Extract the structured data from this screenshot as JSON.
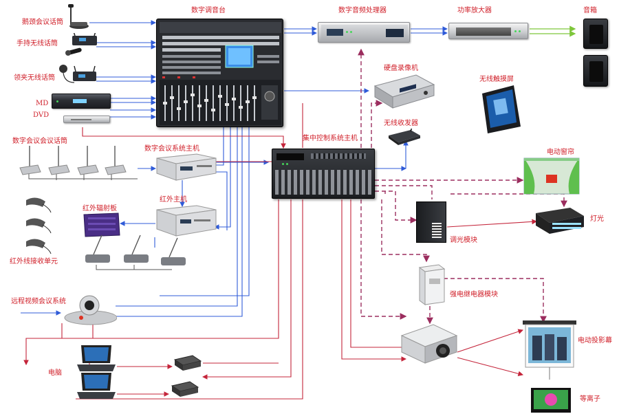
{
  "labels": {
    "mixer": "数字调音台",
    "audio_processor": "数字音频处理器",
    "power_amp": "功率放大器",
    "speaker": "音箱",
    "wired_mic": "鹅颈会议话筒",
    "handheld_mic": "手持无线话筒",
    "lapel_mic": "领夹无线话筒",
    "md": "MD",
    "dvd": "DVD",
    "hdd_recorder": "硬盘录像机",
    "touch_screen": "无线触摸屏",
    "wireless_transceiver": "无线收发器",
    "central_control": "集中控制系统主机",
    "digital_conf_mic": "数字会议会议话筒",
    "digital_conf_host": "数字会议系统主机",
    "ir_host": "红外主机",
    "ir_emitter": "红外辐射板",
    "ir_receiver": "红外线接收单元",
    "curtain": "电动窗帘",
    "light": "灯光",
    "dimmer": "调光模块",
    "relay_module": "强电继电器模块",
    "projection_screen": "电动投影幕",
    "plasma": "等离子",
    "video_conf": "远程视频会议系统",
    "computer": "电脑"
  },
  "colors": {
    "audio": "#2f5bd8",
    "control": "#c4243a",
    "control_dashed": "#9b2d5e",
    "output": "#7ec63b",
    "label": "#d0202a"
  }
}
